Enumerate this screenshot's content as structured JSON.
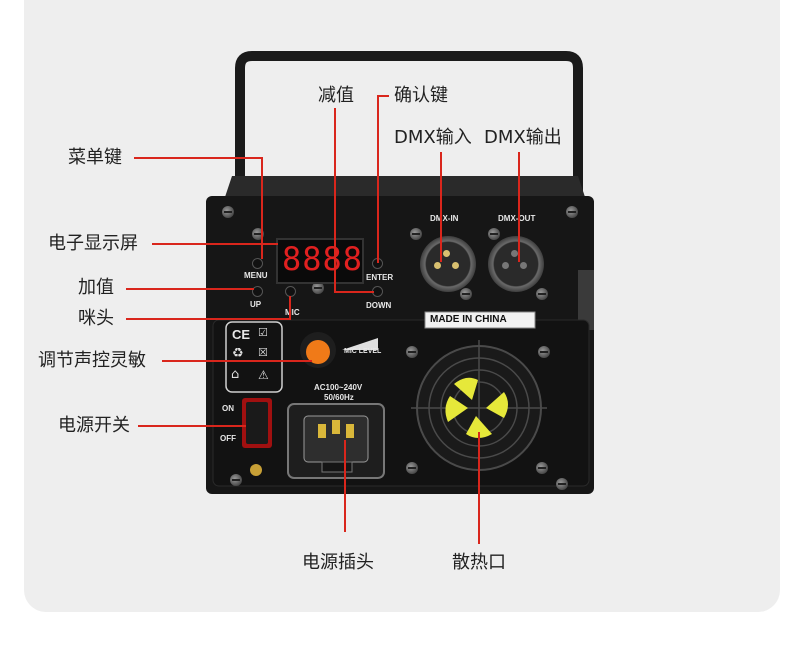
{
  "labels": {
    "menu_key": "菜单键",
    "display": "电子显示屏",
    "plus": "加值",
    "mic": "咪头",
    "sensitivity": "调节声控灵敏",
    "power_switch": "电源开关",
    "minus": "减值",
    "confirm": "确认键",
    "dmx_in": "DMX输入",
    "dmx_out": "DMX输出",
    "power_plug": "电源插头",
    "vent": "散热口"
  },
  "panel": {
    "display_value": "8888",
    "menu": "MENU",
    "up": "UP",
    "mic": "MIC",
    "enter": "ENTER",
    "down": "DOWN",
    "dmx_in": "DMX-IN",
    "dmx_out": "DMX-OUT",
    "made_in": "MADE IN CHINA",
    "mic_level": "MIC LEVEL",
    "voltage": "AC100~240V",
    "frequency": "50/60Hz",
    "on": "ON",
    "off": "OFF",
    "ce": "CE"
  },
  "colors": {
    "leader_line": "#d9261c",
    "display_digits": "#e02020",
    "fan_blade": "#e6e83a",
    "knob": "#f07a18"
  }
}
